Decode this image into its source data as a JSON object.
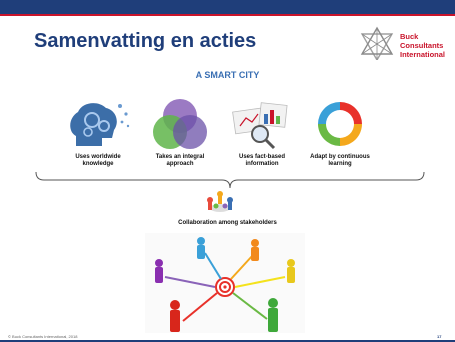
{
  "slide": {
    "title": "Samenvatting en acties",
    "subtitle": "A SMART CITY",
    "logo": {
      "line1": "Buck",
      "line2": "Consultants",
      "line3": "International",
      "icon": "triangle-grid-logo-icon"
    },
    "pillars": [
      {
        "label": "Uses worldwide knowledge",
        "icon": "brain-gears-icon"
      },
      {
        "label": "Takes an integral approach",
        "icon": "venn-circles-icon"
      },
      {
        "label": "Uses fact-based information",
        "icon": "charts-magnifier-icon"
      },
      {
        "label": "Adapt by continuous learning",
        "icon": "cycle-arrows-icon"
      }
    ],
    "collaboration_label": "Collaboration among stakeholders",
    "footer": {
      "copyright": "© Buck Consultants International, 2018",
      "page": "17"
    }
  },
  "colors": {
    "brand_blue": "#1f3e7a",
    "brand_red": "#c9142b",
    "accent_blue": "#3a6fb3"
  }
}
